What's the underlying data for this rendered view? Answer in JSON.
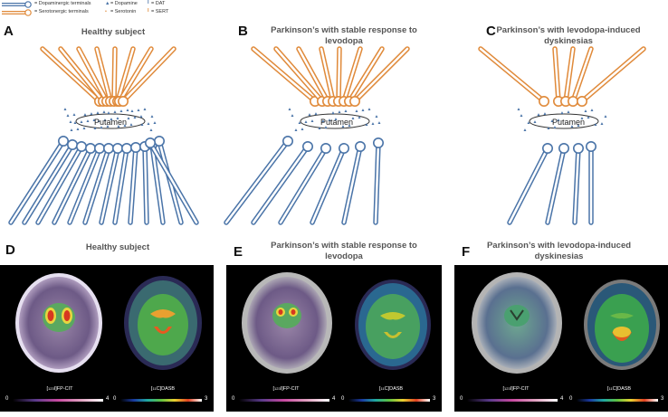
{
  "legend": {
    "dopaminergic": "= Dopaminergic terminals",
    "serotonergic": "= Serotonergic terminals",
    "dopamine": "= Dopamine",
    "serotonin": "= Serotonin",
    "dat": "= DAT",
    "sert": "= SERT"
  },
  "panels_top": [
    {
      "letter": "A",
      "title": "Healthy subject",
      "putamen": "Putamen"
    },
    {
      "letter": "B",
      "title": "Parkinson’s with stable response to levodopa",
      "putamen": "Putamen"
    },
    {
      "letter": "C",
      "title": "Parkinson’s with levodopa-induced dyskinesias",
      "putamen": "Putamen"
    }
  ],
  "panels_bottom": [
    {
      "letter": "D",
      "title": "Healthy subject"
    },
    {
      "letter": "E",
      "title": "Parkinson’s with stable response to levodopa"
    },
    {
      "letter": "F",
      "title": "Parkinson’s with levodopa-induced dyskinesias"
    }
  ],
  "scans": {
    "left_label_sup": "123",
    "left_label_main": "I]FP-CIT",
    "right_label_sup": "11",
    "right_label_main": "C]DASB",
    "left_min": "0",
    "left_max": "4",
    "right_min": "0",
    "right_max": "3"
  },
  "colors": {
    "dopaminergic": "#4a74a8",
    "serotonergic": "#e08a3a"
  }
}
